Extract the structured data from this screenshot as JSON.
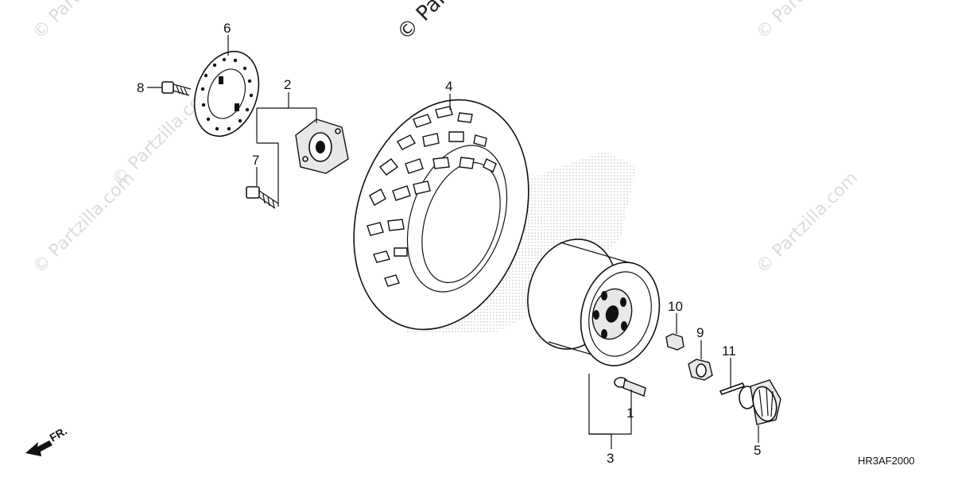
{
  "diagram_code": "HR3AF2000",
  "front_marker": "FR.",
  "watermarks": {
    "text": "© Partzilla.com",
    "top_center": "© Par"
  },
  "callouts": [
    {
      "number": "1",
      "part": "valve"
    },
    {
      "number": "2",
      "part": "hub"
    },
    {
      "number": "3",
      "part": "wheel"
    },
    {
      "number": "4",
      "part": "tire"
    },
    {
      "number": "5",
      "part": "cap"
    },
    {
      "number": "6",
      "part": "disk"
    },
    {
      "number": "7",
      "part": "bolt"
    },
    {
      "number": "8",
      "part": "bolt"
    },
    {
      "number": "9",
      "part": "nut"
    },
    {
      "number": "10",
      "part": "nut"
    },
    {
      "number": "11",
      "part": "cotter-pin"
    }
  ],
  "colors": {
    "line": "#111111",
    "watermark": "#dcdcdc",
    "background": "#ffffff"
  }
}
